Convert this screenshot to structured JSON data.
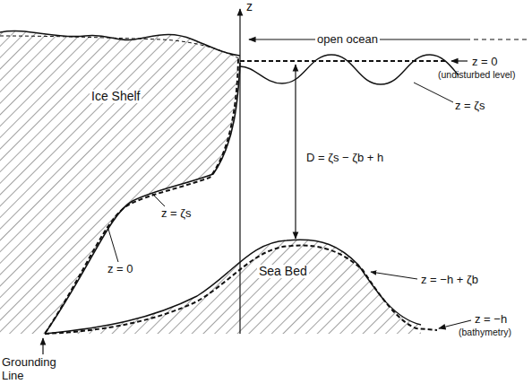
{
  "diagram": {
    "labels": [
      "z",
      "open ocean",
      "z = 0",
      "(undisturbed level)",
      "z = ζs",
      "Ice Shelf",
      "z = ζs",
      "z = 0",
      "D = ζs − ζb + h",
      "z = −h + ζb",
      "Sea Bed",
      "z = −h",
      "(bathymetry)",
      "Grounding Line"
    ]
  }
}
